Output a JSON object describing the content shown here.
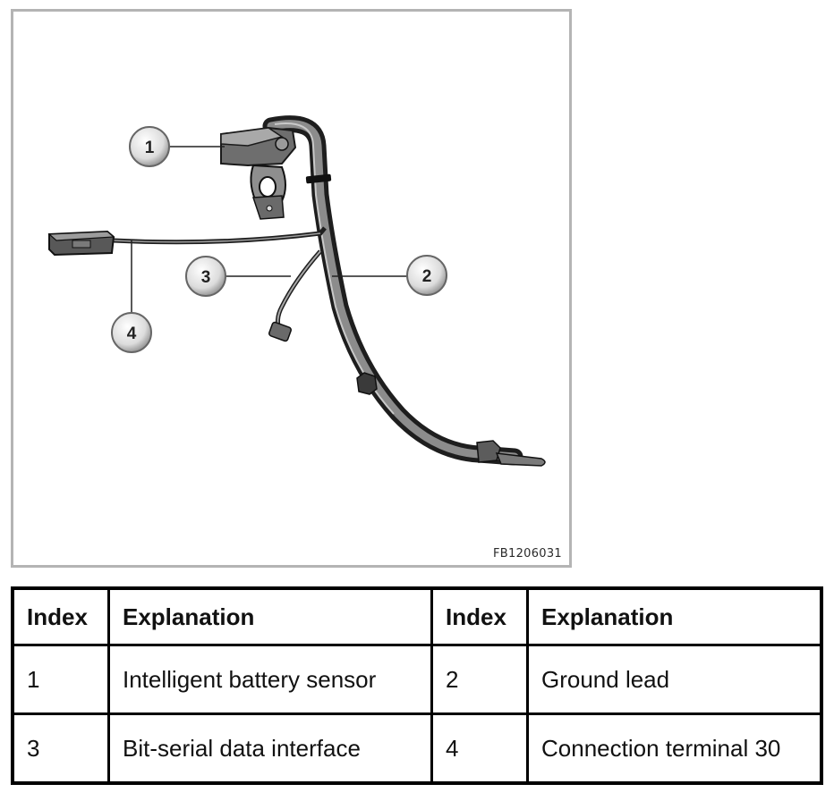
{
  "figure": {
    "code": "FB1206031",
    "callouts": [
      {
        "label": "1"
      },
      {
        "label": "2"
      },
      {
        "label": "3"
      },
      {
        "label": "4"
      }
    ]
  },
  "table": {
    "headers": [
      "Index",
      "Explanation",
      "Index",
      "Explanation"
    ],
    "rows": [
      [
        "1",
        "Intelligent battery sensor",
        "2",
        "Ground lead"
      ],
      [
        "3",
        "Bit-serial data interface",
        "4",
        "Connection terminal 30"
      ]
    ]
  }
}
